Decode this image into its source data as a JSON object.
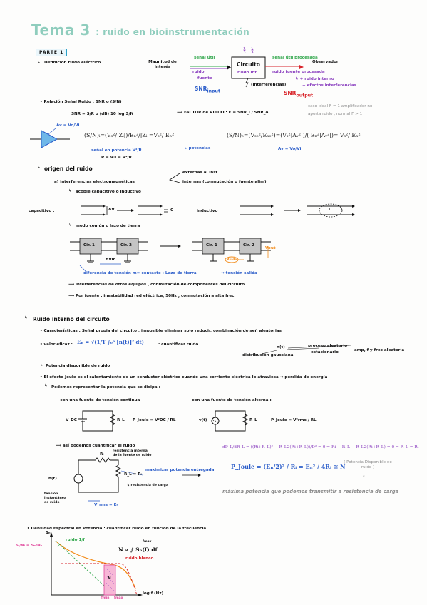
{
  "title": {
    "main": "Tema 3",
    "rest": ": ruido en bioinstrumentación"
  },
  "parte": "PARTE 1",
  "def": "Definición ruido eléctrico",
  "magnitud": "Magnitud de interés",
  "senal_util": "señal útil",
  "ruido": "ruido",
  "fuente": "fuente",
  "snr_input": "SNR",
  "snr_input_sub": "input",
  "circuito": "Circuito",
  "ruido_int": "ruido int",
  "interferencias": "(interferencias)",
  "senal_util_proc": "señal útil procesada",
  "ruido_fuente_proc": "ruido fuente procesada",
  "ruido_interno": "+ ruido interno",
  "efectos_interf": "+ efectos interferencias",
  "observador": "Observador",
  "snr_output": "SNR",
  "snr_output_sub": "output",
  "relacion": "• Relación Señal Ruido : SNR o (S/N)",
  "snr_formula": "SNR = S/R o (dB) 10 log S/N",
  "factor": "FACTOR de RUIDO : F = SNR_i / SNR_o",
  "caso_ideal": "caso ideal F = 1 amplificador no",
  "caso_ideal2": "aporta ruido , normal F > 1",
  "av": "Av = Vo/Vi",
  "sn_i": "(S/N)ᵢ=(Vₛ²/|Zᵢ|)/Eₙ²/|Zᵢ|=Vₛ²/ Eₙ²",
  "senal_potencia": "señal en potencia  V²/R",
  "p_formula": "P = V·I = V²/R",
  "potencias": "potencias",
  "sn_o": "(S/N)ₒ=(Vₛₒ²/Eₙₒ²)=(Vₛ²|Aᵥ²|)/( Eₙ²|Aᵥ²|)= Vₛ²/ Eₙ²",
  "av2": "Av = Vo/Vi",
  "origen": "origen del ruido",
  "interf_em": "a) interferencias electromagnéticas",
  "externas": "externas al inst",
  "internas": "internas (conmutación o fuente alim)",
  "acople": "acople capacitivo o inductivo",
  "capacitivo": "capacitivo :",
  "dv": "ΔV",
  "c": "C",
  "inductivo": "inductivo",
  "L": "L",
  "modo_comun": "modo común o lazo de tierra",
  "cir1": "Cir. 1",
  "cir2": "Cir. 2",
  "dvm": "ΔVm",
  "vout": "Vout",
  "ruido_lbl": "Ruido",
  "diferencia": "diferencia de tensión m= contacto : Lazo de tierra",
  "tension_salida": "tensión salida",
  "interf_otros": "interferencias de otros equipos , conmutación de componentes del circuito",
  "por_fuente": "Por fuente : inestabilidad red eléctrica, 50Hz , conmutación a alta frec",
  "ruido_interno_title": "Ruido interno del circuito",
  "caracteristicas": "• Características : Señal propia del circuito , imposible eliminar solo reducir, combinación de señ aleatorias",
  "valor_eficaz": "• valor eficaz :",
  "en_formula": "Eₙ = √(1/T ∫₀ᵀ [n(t)]² dt)",
  "cuantificar": ": cuantificar ruido",
  "nt": "n(t)",
  "distribucion": "distribución gaussiana",
  "proceso": "proceso aleatorio",
  "estacionario": "estacionario",
  "amp": "amp, f y frec aleatoria",
  "potencia_disp": "Potencia disponible de ruido",
  "joule": "• El efecto Joule es el calentamiento de un conductor eléctrico cuando una corriente eléctrica lo atraviesa → pérdida de energía",
  "podemos": "Podemos representar la potencia que se disipa :",
  "tension_continua": "- con una fuente de tensión continua",
  "tension_alterna": "- con una fuente de tensión alterna :",
  "vdc": "V_DC",
  "rl": "R_L",
  "pjoule_dc": "P_Joule = V²DC / RL",
  "vt": "v(t)",
  "pjoule_ac": "P_Joule = V²rms / RL",
  "asi": "así podemos cuantificar el ruido",
  "ri": "Rᵢ",
  "resistencia_interna": "resistencia interna",
  "de_la_fuente": "de la fuente de ruido",
  "rl_ri": "R_L = Rᵢ",
  "maximizar": "maximizar potencia entregada",
  "resistencia_carga": "resistencia de carga",
  "nt2": "n(t)",
  "tension": "tensión",
  "instantanea": "instantánea",
  "de_ruido": "de ruido",
  "vrms": "V_rms = Eₙ",
  "derivada": "dP_L/dR_L = ((Ri+R_L)² − R_L2(Ri+R_L))/D² = 0 ⇒ Ri + R_L − R_L2(Ri+R_L) = 0 ⇒ R_L = Ri",
  "pjoule_final": "P_Joule = (Eₙ/2)² / Rᵢ = Eₙ² / 4Rᵢ ≅ N",
  "potencia_disp_ruido": "( Potencia Disponible de ruido )",
  "maxima_potencia": "máxima potencia que podemos transmitir a resistencia de carga",
  "densidad": "• Densidad Espectral en Potencia : cuantificar ruido en función de la frecuencia",
  "sn_axis": "Sₙ",
  "ratio": "Sᵢ/Nᵢ = Sₒ/Nₒ",
  "ruido_1f": "ruido 1/f",
  "ruido_blanco": "ruido blanco",
  "n_integral": "N ∝ ∫ Sₙ(f) df",
  "fmax": "fmax",
  "fmin": "fmin",
  "n_box": "N",
  "log_f": "log f (Hz)",
  "colors": {
    "title": "#8fcdbd",
    "green": "#2fa64a",
    "purple": "#8a3fbf",
    "red": "#d8242a",
    "orange": "#f28a17",
    "blue": "#2a5cc9",
    "pink": "#e0449a"
  }
}
